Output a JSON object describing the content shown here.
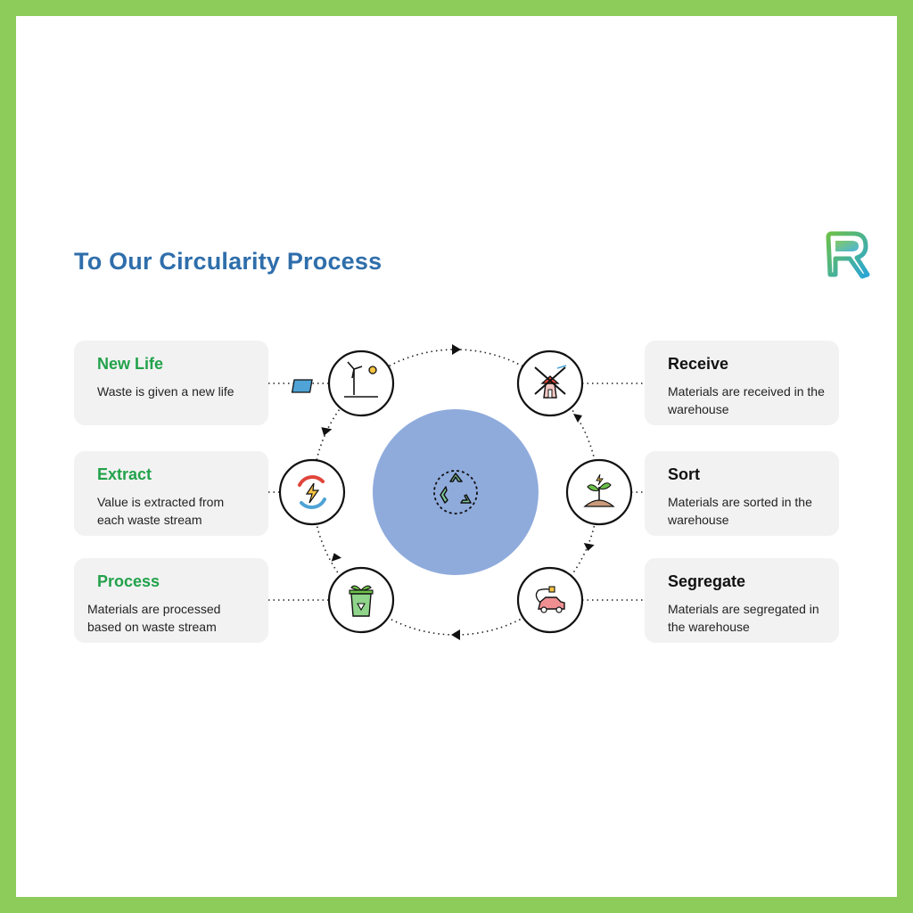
{
  "title": "To Our Circularity Process",
  "logo_icon": "leaf-r-logo",
  "center_icon": "recycle-icon",
  "steps": {
    "new_life": {
      "title": "New Life",
      "desc": "Waste is given a new life",
      "icon": "wind-solar-icon"
    },
    "extract": {
      "title": "Extract",
      "desc": "Value is extracted from each waste stream",
      "icon": "energy-cycle-icon"
    },
    "process": {
      "title": "Process",
      "desc": "Materials are processed based on waste stream",
      "icon": "recycle-bin-icon"
    },
    "receive": {
      "title": "Receive",
      "desc": "Materials are received in the warehouse",
      "icon": "windmill-icon"
    },
    "sort": {
      "title": "Sort",
      "desc": "Materials are sorted in the warehouse",
      "icon": "sprout-icon"
    },
    "segregate": {
      "title": "Segregate",
      "desc": "Materials are segregated in the warehouse",
      "icon": "electric-car-icon"
    }
  },
  "colors": {
    "frame": "#8dcb5a",
    "title": "#2f6eab",
    "step_title_left": "#22a24b",
    "card_bg": "#f2f2f2",
    "center_circle": "#8fabdc"
  }
}
